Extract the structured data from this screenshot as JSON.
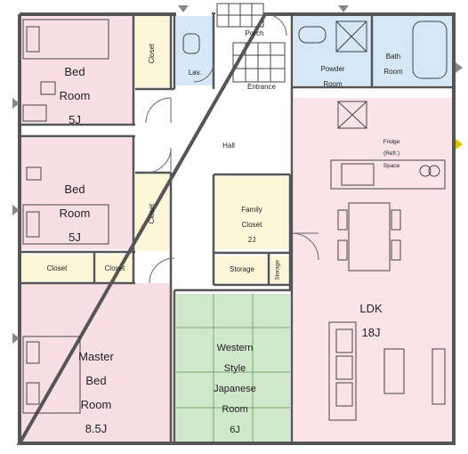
{
  "rooms": {
    "bed_room_1": [
      "Bed",
      "Room",
      "5J"
    ],
    "bed_room_2": [
      "Bed",
      "Room",
      "5J"
    ],
    "master_bed_room": [
      "Master",
      "Bed",
      "Room",
      "8.5J"
    ],
    "japanese_room": [
      "Western",
      "Style",
      "Japanese",
      "Room",
      "6J"
    ],
    "ldk": [
      "LDK",
      "18J"
    ],
    "hall": "Hall",
    "porch": "Porch",
    "entrance": "Entrance",
    "lav": "Lav.",
    "powder_room": [
      "Powder",
      "Room"
    ],
    "bath_room": [
      "Bath",
      "Room"
    ],
    "family_closet": [
      "Family",
      "Closet",
      "2J"
    ],
    "storage": "Storage",
    "storage_small": "Storage",
    "closet": "Closet",
    "fridge": [
      "Fridge",
      "(Refr.)",
      "Space"
    ]
  },
  "colors": {
    "wall": "#555555",
    "bedroom_fill": "#f8dfe6",
    "ldk_fill": "#fbe3ea",
    "wet_fill": "#d6e8f7",
    "closet_fill": "#fbf7d8",
    "tatami_fill": "#cfe8c9",
    "hall_fill": "#ffffff"
  }
}
